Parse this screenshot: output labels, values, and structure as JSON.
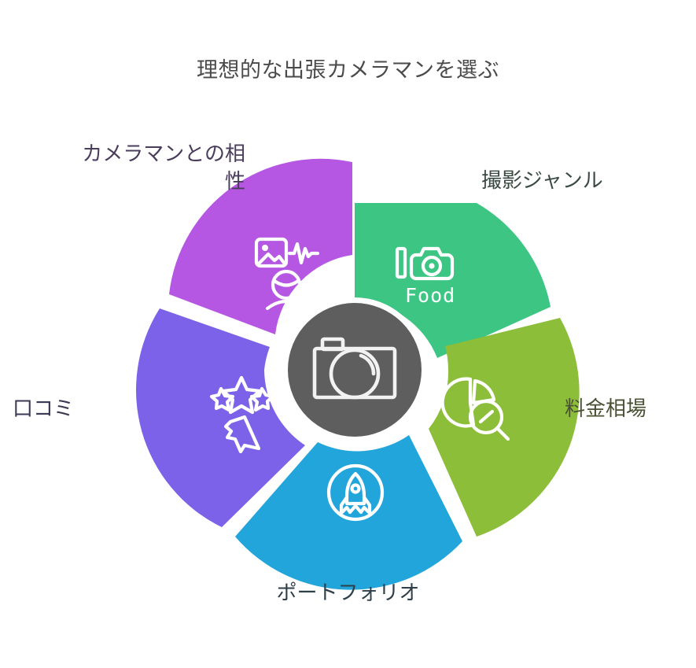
{
  "title": "理想的な出張カメラマンを選ぶ",
  "center": {
    "icon": "camera-icon",
    "color": "#5e5e5e",
    "ring_color": "#ffffff"
  },
  "labels": {
    "compatibility": "カメラマンとの相\n性",
    "genre": "撮影ジャンル",
    "price": "料金相場",
    "review": "口コミ",
    "portfolio": "ポートフォリオ"
  },
  "segments": [
    {
      "key": "genre",
      "label": "撮影ジャンル",
      "color": "#3dc583",
      "label_color": "#3a4a42",
      "icon": "food-camera-icon",
      "icon_text": "Food",
      "position": "top-right"
    },
    {
      "key": "price",
      "label": "料金相場",
      "color": "#8cbe3a",
      "label_color": "#4a5033",
      "icon": "pie-chart-magnifier-icon",
      "icon_text": "",
      "position": "right"
    },
    {
      "key": "portfolio",
      "label": "ポートフォリオ",
      "color": "#22a5db",
      "label_color": "#2f3f49",
      "icon": "rocket-circle-icon",
      "icon_text": "",
      "position": "bottom"
    },
    {
      "key": "review",
      "label": "口コミ",
      "color": "#7b62e8",
      "label_color": "#3a3a55",
      "icon": "stars-megaphone-icon",
      "icon_text": "",
      "position": "left"
    },
    {
      "key": "compatibility",
      "label": "カメラマンとの相性",
      "color": "#b557e3",
      "label_color": "#4a3d5c",
      "icon": "photo-waveform-person-icon",
      "icon_text": "",
      "position": "top-left"
    }
  ],
  "chart_data": {
    "type": "pie",
    "title": "理想的な出張カメラマンを選ぶ",
    "categories": [
      "撮影ジャンル",
      "料金相場",
      "ポートフォリオ",
      "口コミ",
      "カメラマンとの相性"
    ],
    "values": [
      20,
      20,
      20,
      20,
      20
    ],
    "colors": [
      "#3dc583",
      "#8cbe3a",
      "#22a5db",
      "#7b62e8",
      "#b557e3"
    ],
    "legend": "labels placed outside each segment",
    "xlabel": "",
    "ylabel": ""
  }
}
